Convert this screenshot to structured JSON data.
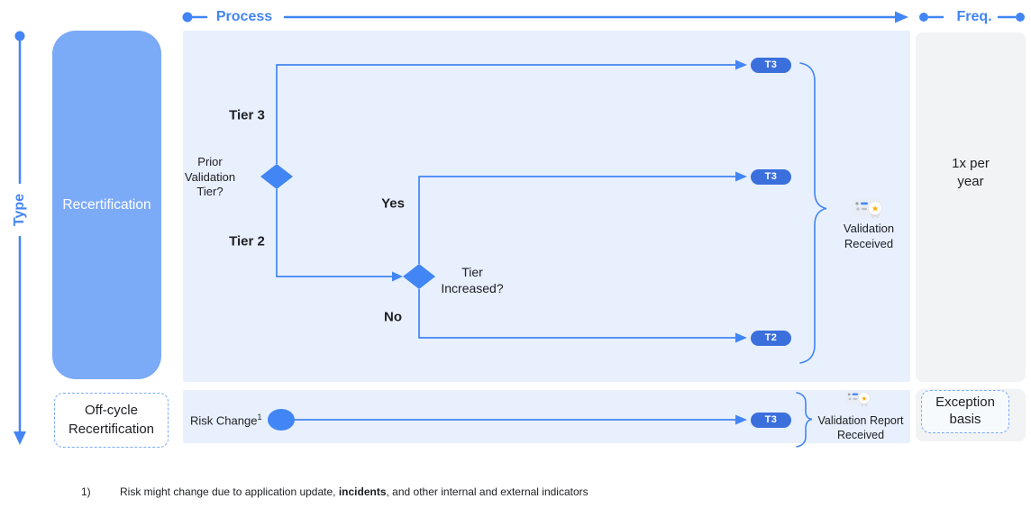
{
  "header": {
    "process": "Process",
    "freq": "Freq."
  },
  "type_axis": {
    "label": "Type"
  },
  "type_column": {
    "recertification": "Recertification",
    "off_cycle": "Off-cycle\nRecertification"
  },
  "flow": {
    "tier3": "Tier 3",
    "tier2": "Tier 2",
    "prior_validation_question": "Prior\nValidation\nTier?",
    "yes": "Yes",
    "no": "No",
    "tier_increased_question": "Tier\nIncreased?",
    "pill_t3_top": "T3",
    "pill_t3_mid": "T3",
    "pill_t2": "T2",
    "validation_received": "Validation\nReceived"
  },
  "off_cycle_row": {
    "risk_change": "Risk Change",
    "footnote_ref": "1",
    "pill_t3": "T3",
    "validation_report_received": "Validation Report\nReceived"
  },
  "freq_column": {
    "annual": "1x per\nyear",
    "exception": "Exception\nbasis"
  },
  "footnote": {
    "marker": "1)",
    "before": "Risk might change due to application update, ",
    "bold": "incidents",
    "after": ", and other internal and external indicators"
  },
  "icons": {
    "validation_received": "certificate-star-icon",
    "validation_report_received": "certificate-star-icon"
  },
  "colors": {
    "accent": "#4285f4",
    "pill": "#3b6fdc",
    "recert_box": "#7baaf7",
    "flow_panel_bg": "#e8f0fe",
    "freq_panel_bg": "#f1f3f4",
    "text": "#202124",
    "star": "#f9ab00"
  }
}
